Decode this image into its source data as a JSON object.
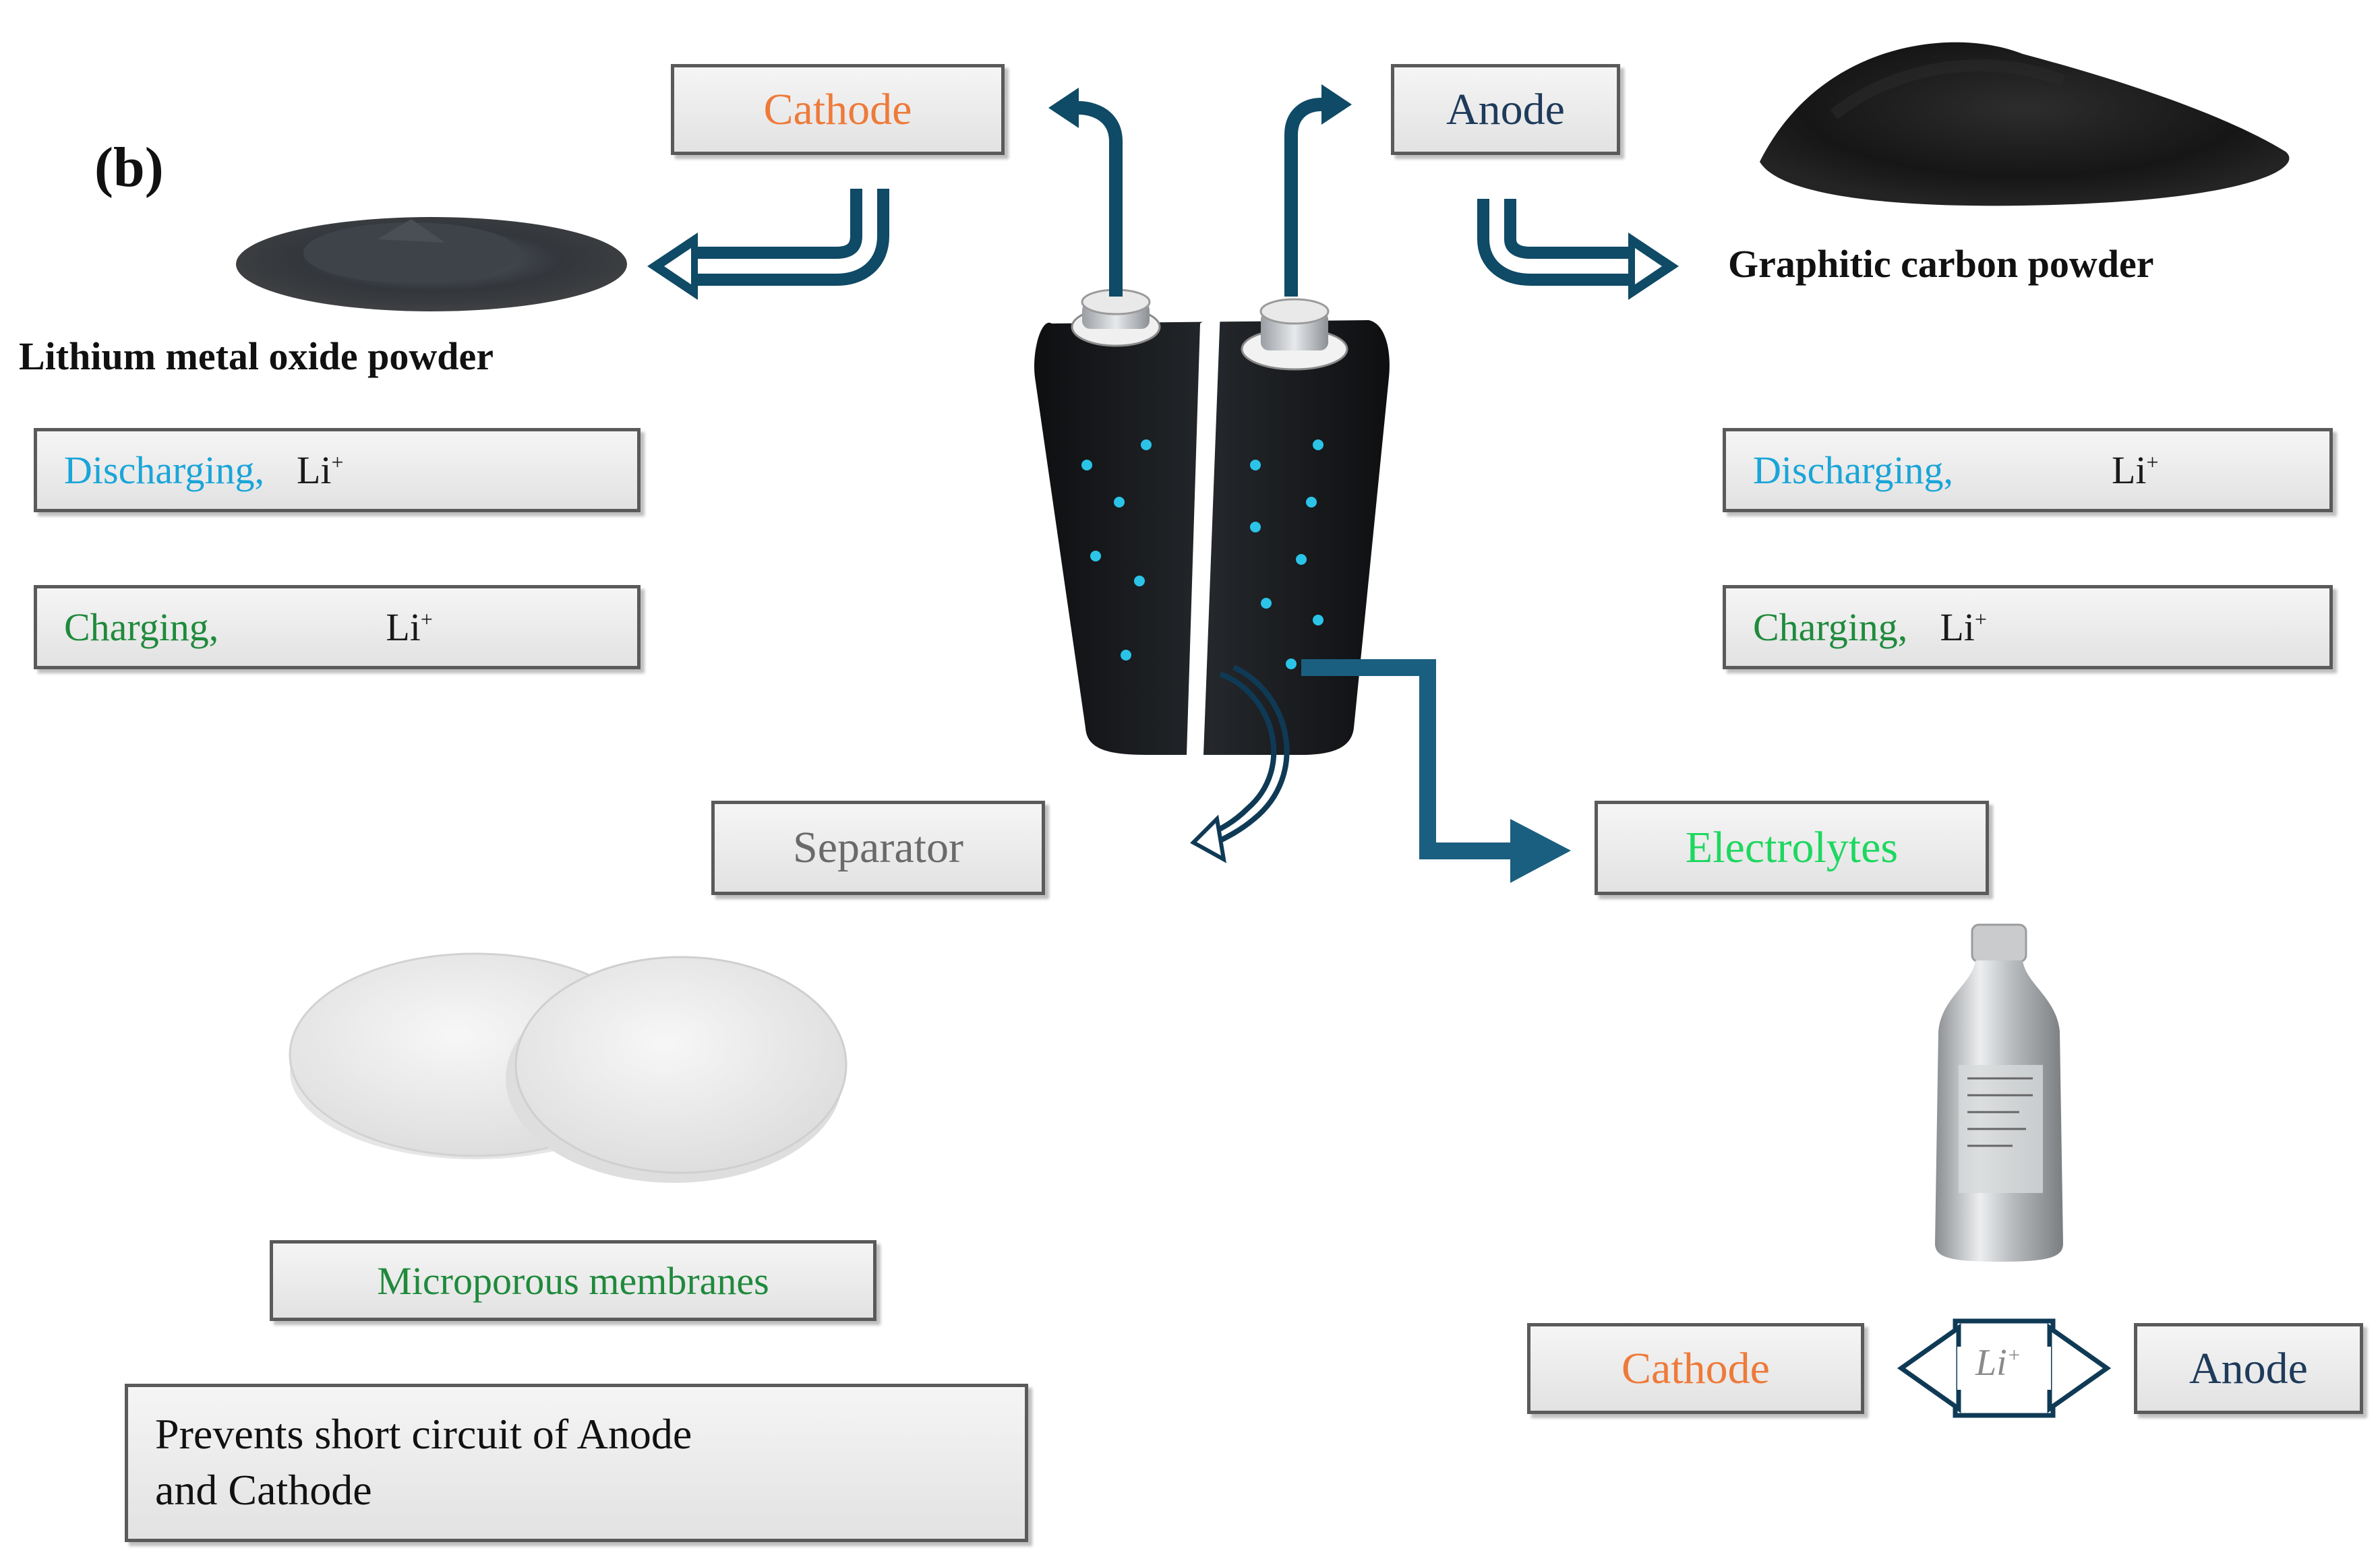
{
  "panel_label": "(b)",
  "top": {
    "cathode_label": "Cathode",
    "anode_label": "Anode",
    "cathode_material": "Lithium metal oxide powder",
    "anode_material": "Graphitic carbon powder"
  },
  "cathode_side": {
    "discharging_word": "Discharging,",
    "charging_word": "Charging,",
    "ion": "Li",
    "ion_charge": "+"
  },
  "anode_side": {
    "discharging_word": "Discharging,",
    "charging_word": "Charging,",
    "ion": "Li",
    "ion_charge": "+"
  },
  "separator": {
    "label": "Separator",
    "material": "Microporous membranes",
    "note_line1": "Prevents short circuit of Anode",
    "note_line2": "and Cathode"
  },
  "electrolytes": {
    "label": "Electrolytes",
    "cathode_label": "Cathode",
    "anode_label": "Anode",
    "ion": "Li",
    "ion_charge": "+"
  },
  "colors": {
    "arrow": "#0f4a66",
    "cathode_text": "#ee7a3a",
    "anode_text": "#1f3b5b",
    "discharging_text": "#1aa5d8",
    "charging_text": "#1f8a3c",
    "electrolytes_text": "#1ed760",
    "separator_text": "#6a6a6a",
    "ion_dots": "#2bc4e8"
  }
}
